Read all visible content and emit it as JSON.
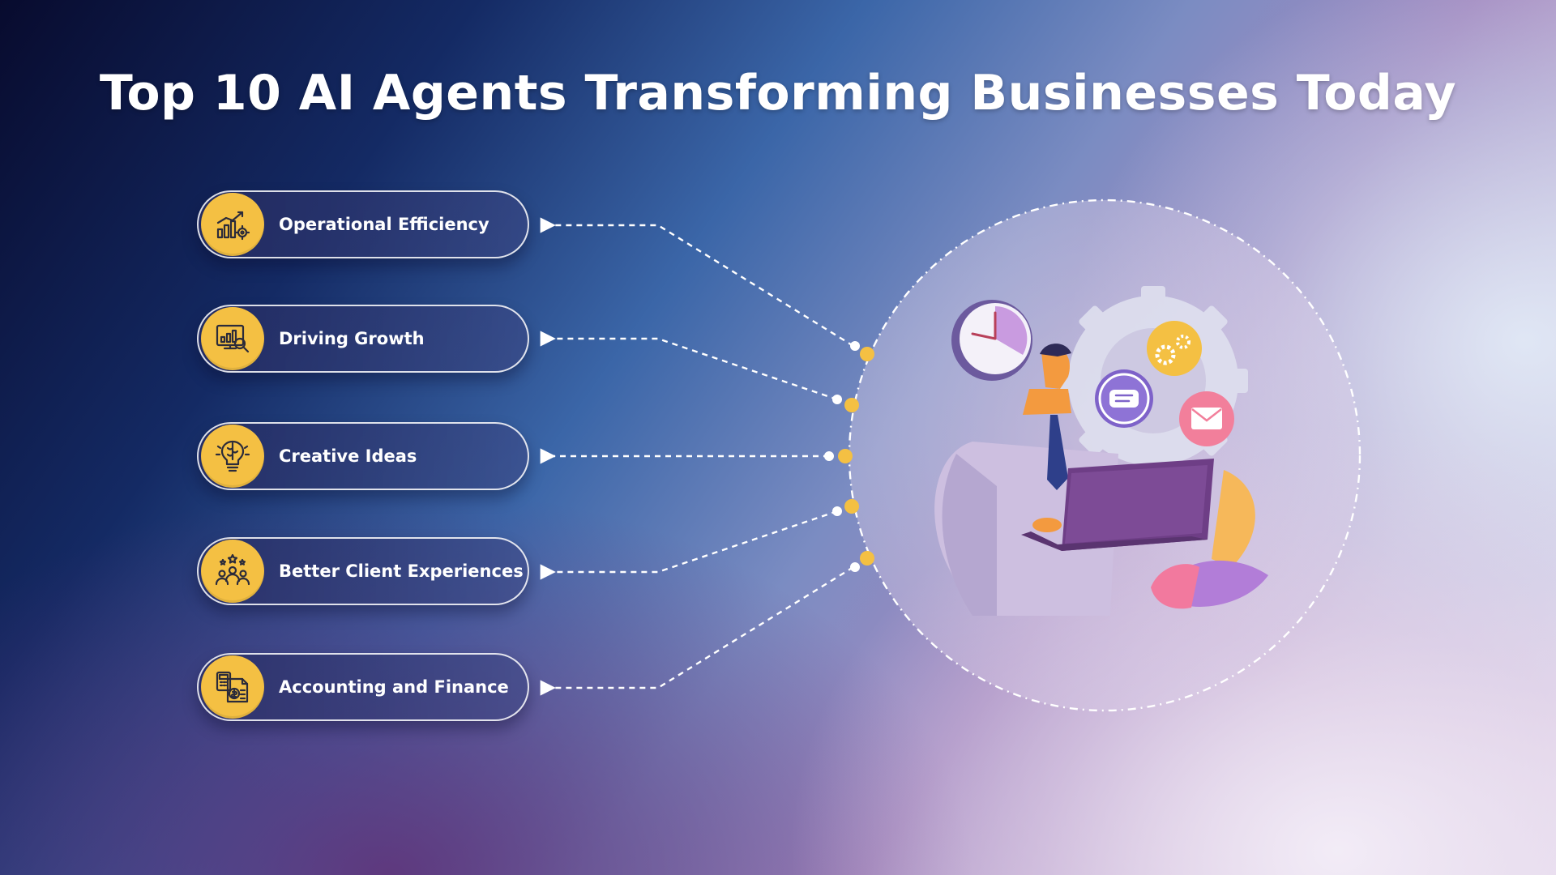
{
  "title": "Top 10 AI Agents Transforming Businesses Today",
  "items": [
    {
      "label": "Operational Efficiency",
      "icon": "growth-chart-gear-icon"
    },
    {
      "label": "Driving Growth",
      "icon": "analytics-magnifier-icon"
    },
    {
      "label": "Creative Ideas",
      "icon": "brain-lightbulb-icon"
    },
    {
      "label": "Better Client Experiences",
      "icon": "customers-stars-icon"
    },
    {
      "label": "Accounting and Finance",
      "icon": "finance-document-icon"
    }
  ],
  "illustration": {
    "subject": "person-with-laptop",
    "icons": [
      "clock-icon",
      "gear-icon",
      "chat-bubble-icon",
      "envelope-icon"
    ]
  },
  "colors": {
    "accent": "#f4c043",
    "title": "#ffffff",
    "connector": "#ffffff"
  }
}
